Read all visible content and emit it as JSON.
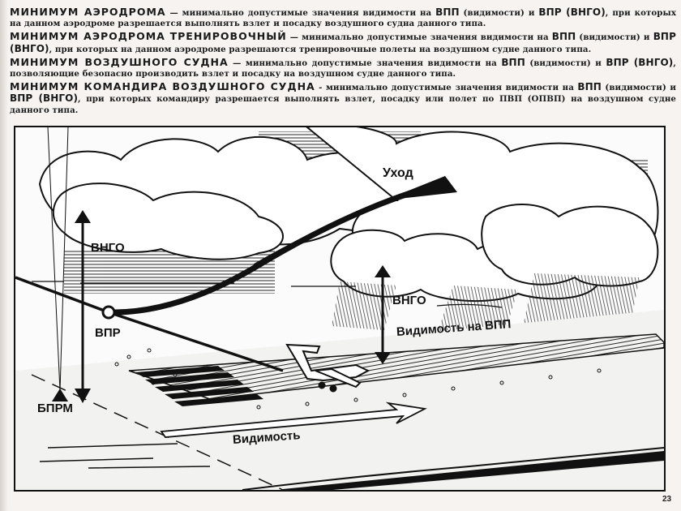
{
  "definitions": [
    {
      "term": "МИНИМУМ АЭРОДРОМА",
      "dash": " — ",
      "text_a": "минимально допустимые значения видимости на ",
      "ab1": "ВПП",
      "text_b": " (видимости) и ",
      "ab2": "ВПР (ВНГО)",
      "text_c": ", при которых на данном аэродроме разрешается выполнять взлет и посадку воздушного судна данного типа."
    },
    {
      "term": "МИНИМУМ АЭРОДРОМА ТРЕНИРОВОЧНЫЙ",
      "dash": " — ",
      "text_a": "минимально допустимые значения видимости на ",
      "ab1": "ВПП",
      "text_b": " (видимости) и ",
      "ab2": "ВПР (ВНГО)",
      "text_c": ", при которых на данном аэродроме разрешаются тренировочные полеты на воздушном судне данного типа."
    },
    {
      "term": "МИНИМУМ ВОЗДУШНОГО СУДНА",
      "dash": " — ",
      "text_a": "минимально допустимые значения видимости на ",
      "ab1": "ВПП",
      "text_b": " (видимости) и ",
      "ab2": "ВПР (ВНГО)",
      "text_c": ", позволяющие безопасно производить взлет и посадку на воздушном судне данного типа."
    },
    {
      "term": "МИНИМУМ КОМАНДИРА ВОЗДУШНОГО СУДНА",
      "dash": " - ",
      "text_a": "минимально допустимые значения видимости на ",
      "ab1": "ВПП",
      "text_b": " (видимости) и ",
      "ab2": "ВПР (ВНГО)",
      "text_c": ", при которых командиру разрешается выполнять взлет, посадку или полет по ПВП (ОПВП) на воздушном судне данного типа."
    }
  ],
  "diagram": {
    "labels": {
      "go_around": "Уход",
      "vngo_left": "ВНГО",
      "vpr": "ВПР",
      "bprm": "БПРМ",
      "vngo_right": "ВНГО",
      "runway_visibility": "Видимость на ВПП",
      "visibility": "Видимость"
    },
    "colors": {
      "ink": "#111111",
      "paper": "#f6f3f1",
      "frame_bg": "#fbfbfb"
    }
  },
  "page": {
    "number": "23"
  }
}
